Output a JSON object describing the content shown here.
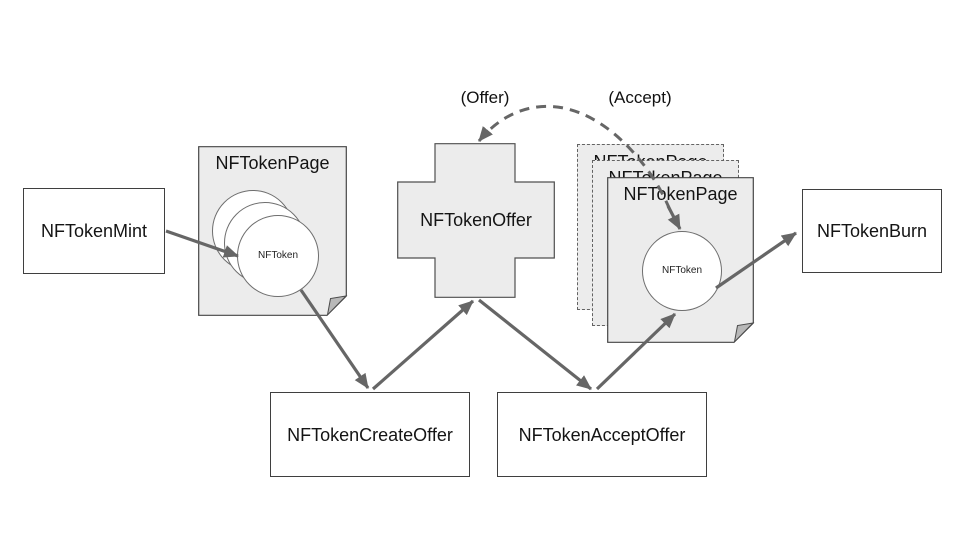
{
  "diagram": {
    "type": "flow-diagram",
    "nodes": {
      "mint": {
        "label": "NFTokenMint"
      },
      "page_left": {
        "title": "NFTokenPage",
        "token": "NFToken"
      },
      "offer": {
        "label": "NFTokenOffer"
      },
      "page_right": {
        "title": "NFTokenPage",
        "token": "NFToken",
        "stack_titles": [
          "NFTokenPage",
          "NFTokenPage"
        ]
      },
      "burn": {
        "label": "NFTokenBurn"
      },
      "create_offer": {
        "label": "NFTokenCreateOffer"
      },
      "accept_offer": {
        "label": "NFTokenAcceptOffer"
      }
    },
    "annotations": {
      "offer": "(Offer)",
      "accept": "(Accept)"
    },
    "colors": {
      "shape_fill": "#ececec",
      "box_fill": "#ffffff",
      "arrow": "#666666",
      "border_dark": "#3f3f3f",
      "border_gray": "#6e6e6e",
      "text": "#141414",
      "fold_fill": "#b8b8b8"
    }
  }
}
